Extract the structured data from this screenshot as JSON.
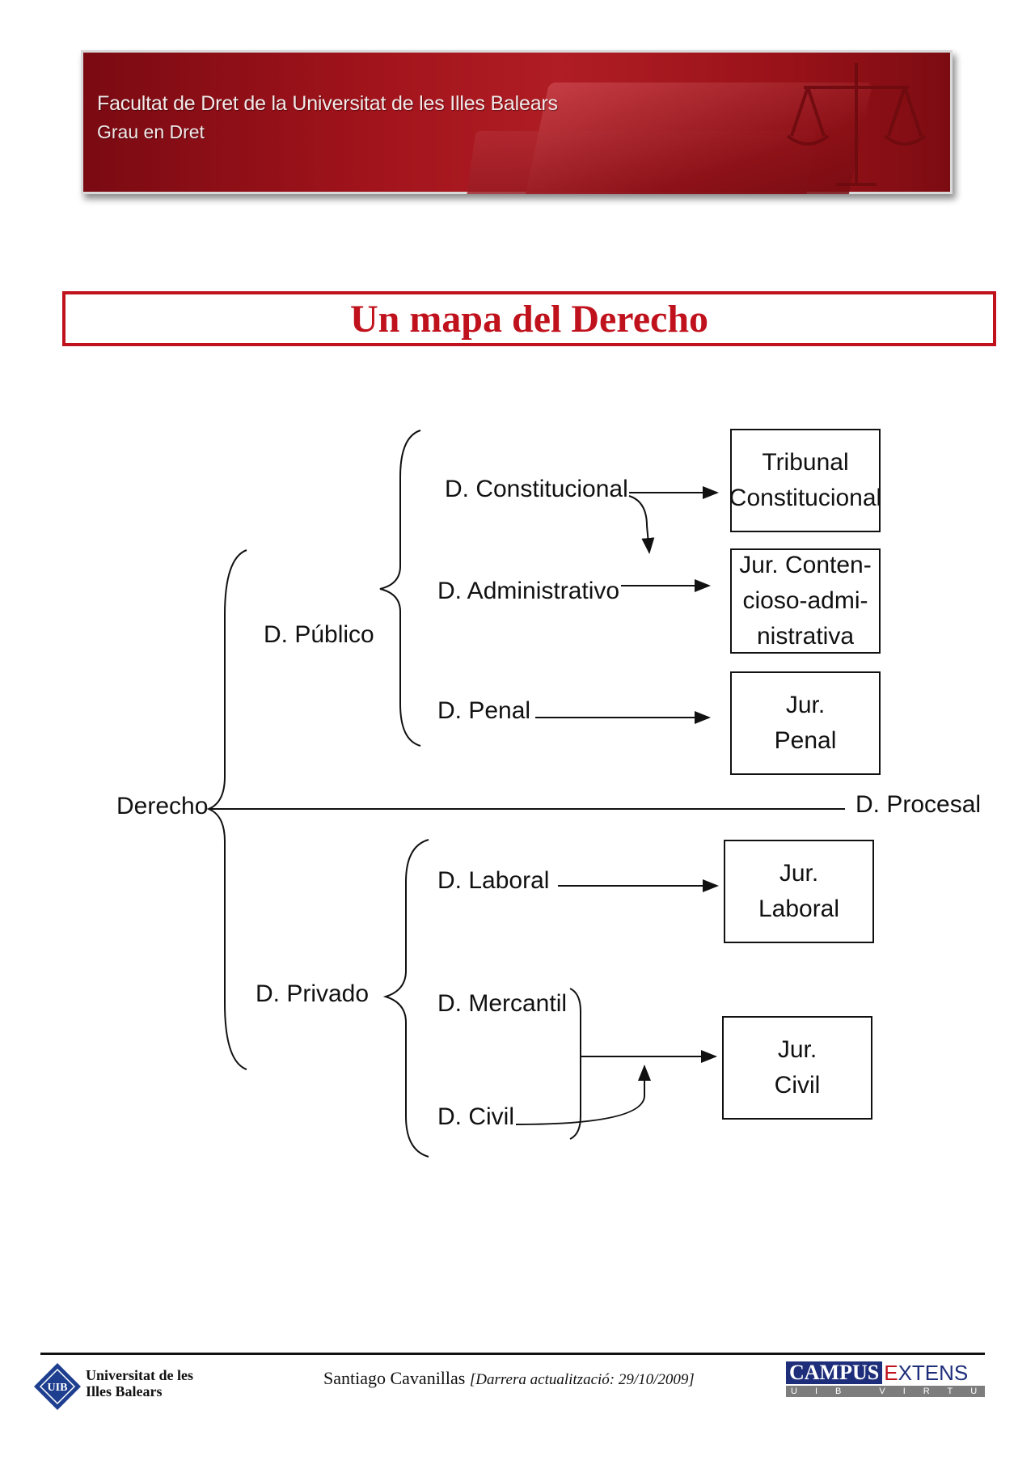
{
  "header": {
    "title": "Facultat de Dret de la Universitat de les Illes Balears",
    "subtitle": "Grau en Dret"
  },
  "page_title": "Un mapa del Derecho",
  "diagram": {
    "root": "Derecho",
    "publico": "D. Público",
    "privado": "D. Privado",
    "procesal": "D. Procesal",
    "constitucional": "D. Constitucional",
    "administrativo": "D. Administrativo",
    "penal": "D. Penal",
    "laboral": "D. Laboral",
    "mercantil": "D. Mercantil",
    "civil": "D. Civil",
    "box_constitucional": "Tribunal\nConstitucional",
    "box_contencioso": "Jur. Conten-\ncioso-admi-\nnistrativa",
    "box_penal": "Jur.\nPenal",
    "box_laboral": "Jur.\nLaboral",
    "box_civil": "Jur.\nCivil"
  },
  "footer": {
    "university_line1": "Universitat de les",
    "university_line2": "Illes Balears",
    "logo_text": "UIB",
    "author": "Santiago Cavanillas",
    "update_label": "[Darrera actualització: 29/10/2009]",
    "campus_part1": "CAMPUS",
    "campus_part2_e": "E",
    "campus_part2_rest": "XTENS",
    "campus_sub": "UIB VIRTUAL"
  },
  "colors": {
    "accent_red": "#c0121c",
    "campus_blue": "#1e2e7a"
  }
}
